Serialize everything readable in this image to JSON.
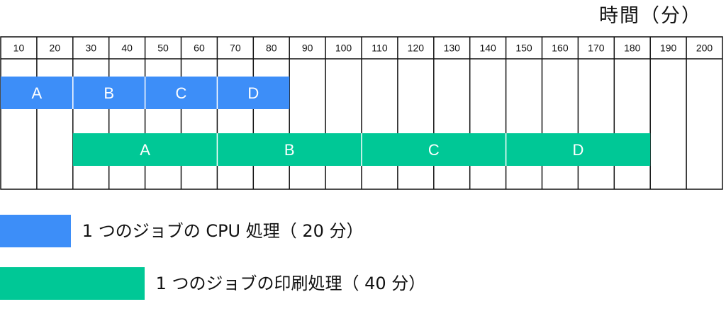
{
  "unit_label": "時間（分）",
  "colors": {
    "cpu": "#3d8ef8",
    "print": "#00c896",
    "grid": "#111111"
  },
  "timeline": {
    "ticks": [
      10,
      20,
      30,
      40,
      50,
      60,
      70,
      80,
      90,
      100,
      110,
      120,
      130,
      140,
      150,
      160,
      170,
      180,
      190,
      200
    ],
    "cpu_jobs": [
      {
        "label": "A",
        "start": 0,
        "end": 20
      },
      {
        "label": "B",
        "start": 20,
        "end": 40
      },
      {
        "label": "C",
        "start": 40,
        "end": 60
      },
      {
        "label": "D",
        "start": 60,
        "end": 80
      }
    ],
    "print_jobs": [
      {
        "label": "A",
        "start": 20,
        "end": 60
      },
      {
        "label": "B",
        "start": 60,
        "end": 100
      },
      {
        "label": "C",
        "start": 100,
        "end": 140
      },
      {
        "label": "D",
        "start": 140,
        "end": 180
      }
    ]
  },
  "legend": {
    "cpu": {
      "text": "1 つのジョブの CPU 処理（ 20 分）",
      "minutes": 20
    },
    "print": {
      "text": "1 つのジョブの印刷処理（ 40 分）",
      "minutes": 40
    }
  }
}
